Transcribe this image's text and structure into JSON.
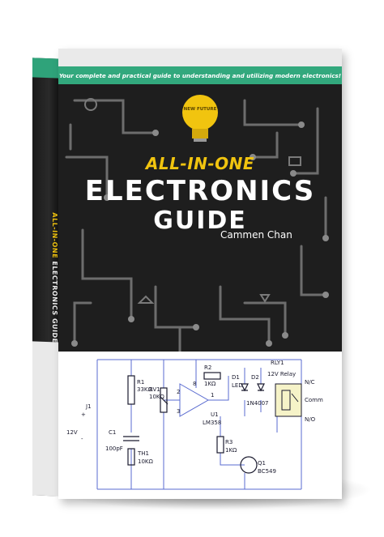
{
  "book": {
    "tagline": "Your complete and practical guide to understanding and utilizing modern electronics!",
    "title_line1": "ALL-IN-ONE",
    "title_line2": "ELECTRONICS",
    "title_line3": "GUIDE",
    "author": "Cammen Chan",
    "bulb_text": "NEW FUTURE",
    "spine_title_1": "ALL-IN-ONE",
    "spine_title_2": "ELECTRONICS",
    "spine_title_3": "GUIDE",
    "colors": {
      "accent_green": "#32a87d",
      "title_yellow": "#f1c40f",
      "cover_dark": "#1e1e1e"
    }
  },
  "schematic": {
    "labels": {
      "rly1": "RLY1",
      "relay": "12V Relay",
      "nc": "N/C",
      "comm": "Comm",
      "no": "N/O",
      "r1": "R1",
      "r1_val": "33KΩ",
      "rv1": "RV1",
      "rv1_val": "10KΩ",
      "r2": "R2",
      "r2_val": "1KΩ",
      "d1": "D1",
      "led": "LED",
      "d2": "1N4007",
      "d2_label": "D2",
      "u1": "U1",
      "u1_val": "LM358",
      "r3": "R3",
      "r3_val": "1KΩ",
      "q1": "Q1",
      "q1_val": "BC549",
      "c1": "C1",
      "c1_val": "100pF",
      "th1": "TH1",
      "th1_val": "10KΩ",
      "j1": "J1",
      "v12": "12V",
      "plus": "+",
      "minus": "-",
      "pin1": "1",
      "pin2": "2",
      "pin3": "3",
      "pin8": "8"
    }
  }
}
